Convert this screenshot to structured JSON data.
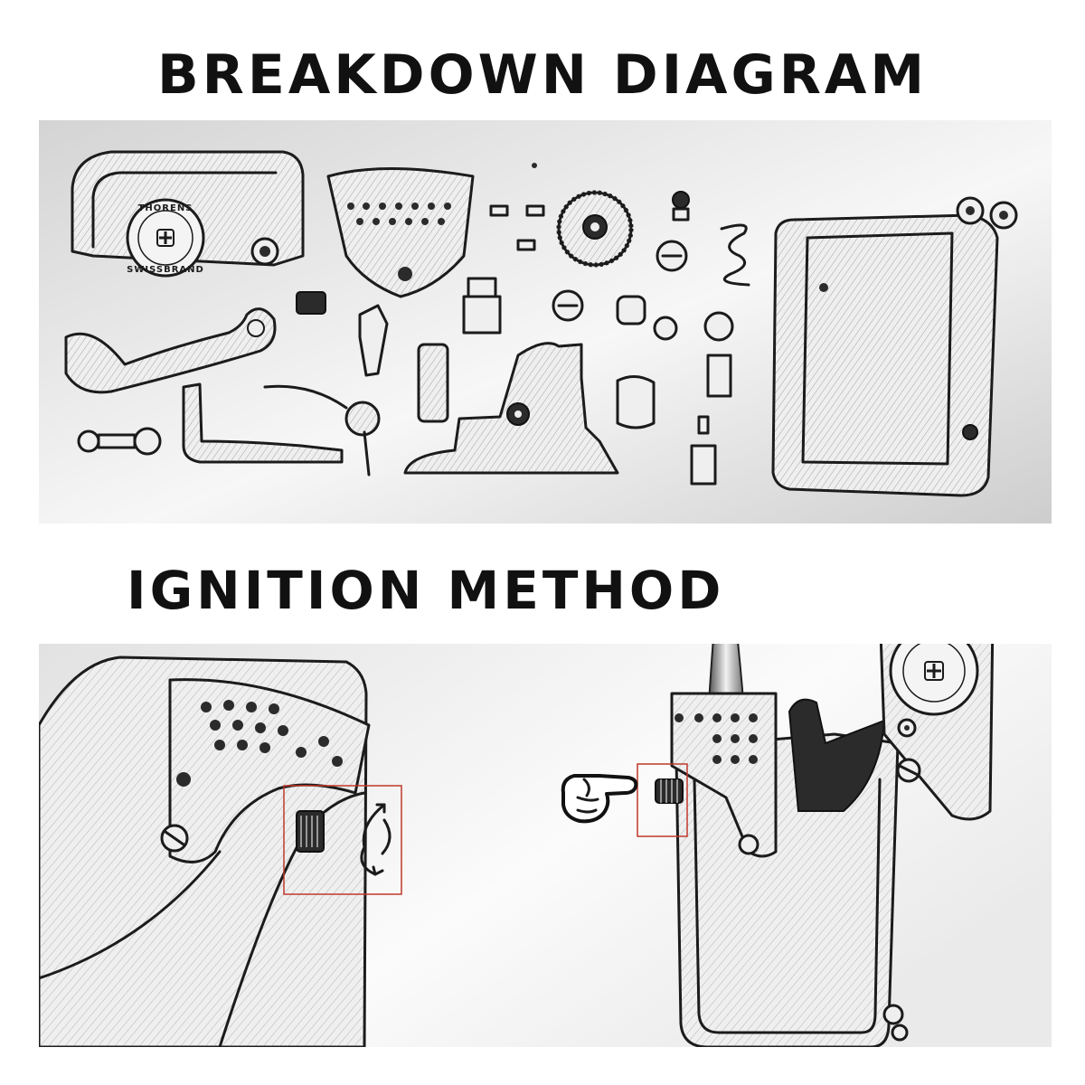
{
  "headings": {
    "breakdown": "BREAKDOWN DIAGRAM",
    "ignition": "IGNITION METHOD"
  },
  "seal": {
    "brand": "THORENS",
    "sub": "SWISSBRAND"
  },
  "colors": {
    "highlight_box": "#c0392b",
    "ink": "#1b1b1b",
    "panel_gradient_light": "#ffffff",
    "panel_gradient_dark": "#cfcfcf"
  },
  "icons": {
    "pointer": "pointing-hand-icon",
    "rotate": "rotate-arrows-icon"
  }
}
